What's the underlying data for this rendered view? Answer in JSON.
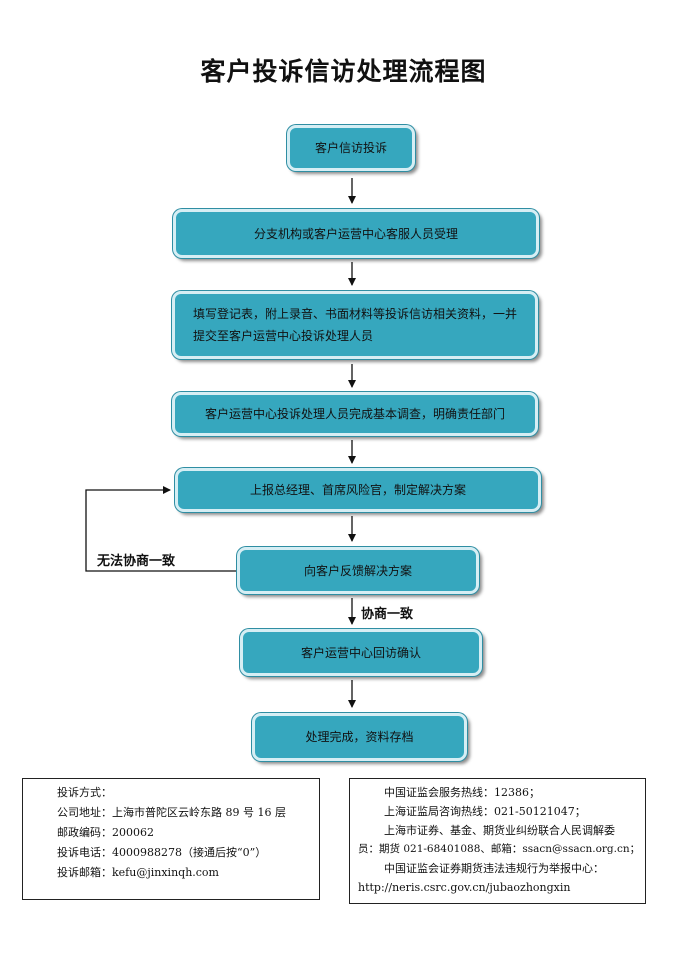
{
  "title": "客户投诉信访处理流程图",
  "steps": [
    "客户信访投诉",
    "分支机构或客户运营中心客服人员受理",
    "填写登记表，附上录音、书面材料等投诉信访相关资料，一并提交至客户运营中心投诉处理人员",
    "客户运营中心投诉处理人员完成基本调查，明确责任部门",
    "上报总经理、首席风险官，制定解决方案",
    "向客户反馈解决方案",
    "客户运营中心回访确认",
    "处理完成，资料存档"
  ],
  "edge_labels": {
    "loop_back": "无法协商一致",
    "agreed": "协商一致"
  },
  "contact_left": {
    "lines": [
      "投诉方式：",
      "公司地址：上海市普陀区云岭东路 89 号 16 层",
      "邮政编码：200062",
      "投诉电话：4000988278（接通后按“0”）",
      "投诉邮箱：kefu@jinxinqh.com"
    ]
  },
  "contact_right": {
    "lines": [
      "中国证监会服务热线：12386；",
      "上海证监局咨询热线：021-50121047；",
      "上海市证券、基金、期货业纠纷联合人民调解委",
      "员：期货 021-68401088、邮箱：ssacn@ssacn.org.cn；",
      "中国证监会证券期货违法违规行为举报中心：",
      "http://neris.csrc.gov.cn/jubaozhongxin"
    ]
  },
  "colors": {
    "node_fill": "#36a7be",
    "node_border": "#d6eef4"
  }
}
